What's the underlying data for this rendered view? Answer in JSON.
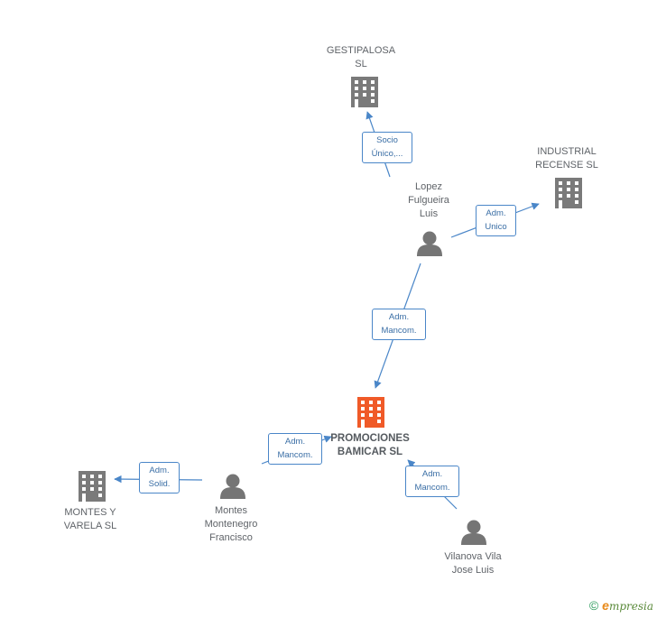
{
  "companies": {
    "gestipalosa": {
      "label": "GESTIPALOSA\nSL"
    },
    "industrial": {
      "label": "INDUSTRIAL\nRECENSE SL"
    },
    "promociones": {
      "label": "PROMOCIONES\nBAMICAR SL"
    },
    "montes_varela": {
      "label": "MONTES Y\nVARELA SL"
    }
  },
  "persons": {
    "lopez": {
      "label": "Lopez\nFulgueira\nLuis"
    },
    "montes": {
      "label": "Montes\nMontenegro\nFrancisco"
    },
    "vilanova": {
      "label": "Vilanova Vila\nJose Luis"
    }
  },
  "edges": {
    "socio_unico": {
      "label": "Socio\nÚnico,..."
    },
    "adm_unico": {
      "label": "Adm.\nUnico"
    },
    "lopez_adm_mancom": {
      "label": "Adm.\nMancom."
    },
    "montes_adm_mancom": {
      "label": "Adm.\nMancom."
    },
    "vilanova_adm_mancom": {
      "label": "Adm.\nMancom."
    },
    "adm_solid": {
      "label": "Adm.\nSolid."
    }
  },
  "footer": {
    "copyright": "©",
    "brand_initial": "e",
    "brand_rest": "mpresia"
  },
  "colors": {
    "company_icon": "#7a7a7a",
    "center_icon": "#f05a28",
    "person_icon": "#757575",
    "edge": "#4a86c8"
  }
}
